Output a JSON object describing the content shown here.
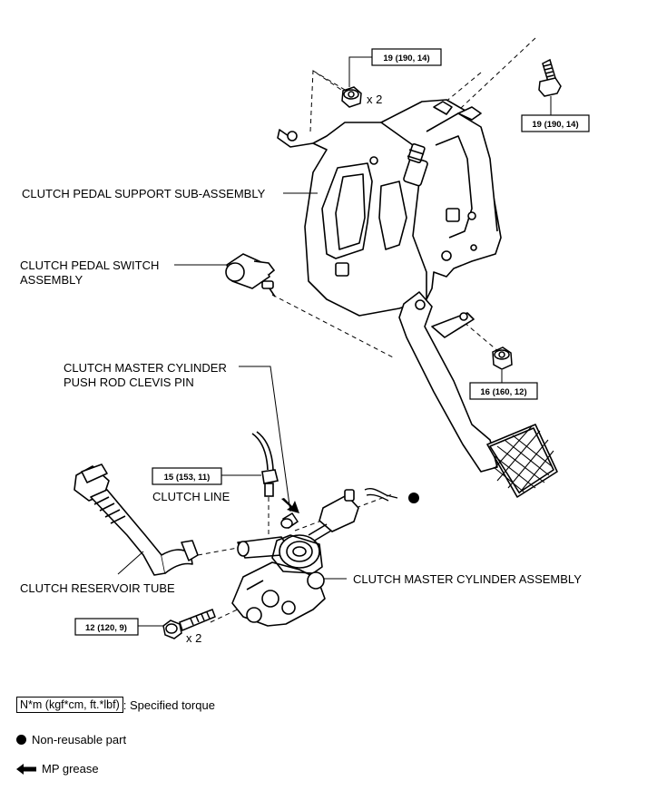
{
  "torque": {
    "t1": "19 (190, 14)",
    "t2": "19 (190, 14)",
    "t3": "16 (160, 12)",
    "t4": "15 (153, 11)",
    "t5": "12 (120, 9)"
  },
  "qty": {
    "nut_top": "x 2",
    "bolt_bottom": "x 2"
  },
  "labels": {
    "support_sub": "CLUTCH PEDAL SUPPORT SUB-ASSEMBLY",
    "switch_1": "CLUTCH PEDAL SWITCH",
    "switch_2": "ASSEMBLY",
    "clevis_1": "CLUTCH MASTER CYLINDER",
    "clevis_2": "PUSH ROD CLEVIS PIN",
    "clutch_line": "CLUTCH LINE",
    "reservoir_tube": "CLUTCH RESERVOIR TUBE",
    "master_cyl": "CLUTCH MASTER CYLINDER ASSEMBLY"
  },
  "legend": {
    "torque_box": "N*m (kgf*cm, ft.*lbf)",
    "torque_text": ": Specified torque",
    "nonreusable": "Non-reusable part",
    "grease": "MP grease"
  },
  "colors": {
    "line": "#000000",
    "background": "#ffffff"
  },
  "icons": [
    "non-reusable-dot-icon",
    "grease-arrow-icon"
  ]
}
